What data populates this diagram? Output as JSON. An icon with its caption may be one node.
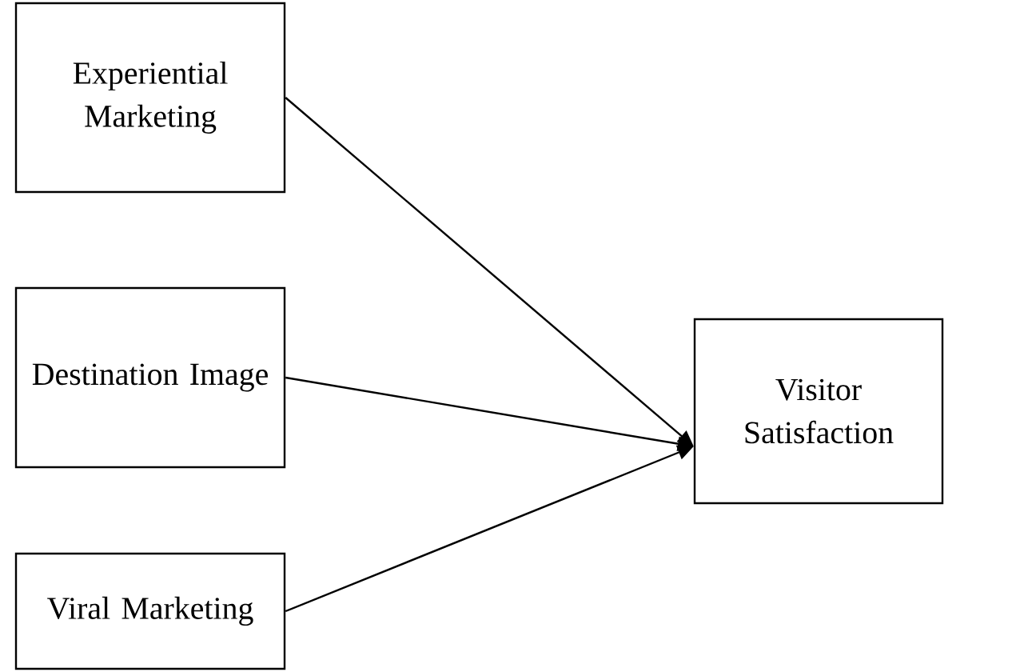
{
  "diagram": {
    "nodes": [
      {
        "text": [
          "Experiential Marketing"
        ]
      },
      {
        "text": [
          "Destination Image"
        ]
      },
      {
        "text": [
          "Viral Marketing"
        ]
      },
      {
        "text": [
          "Visitor Satisfaction"
        ]
      }
    ],
    "edges": [
      {
        "from": 0,
        "to": 3,
        "arrow": "to"
      },
      {
        "from": 1,
        "to": 3,
        "arrow": "to"
      },
      {
        "from": 2,
        "to": 3,
        "arrow": "to"
      }
    ]
  }
}
